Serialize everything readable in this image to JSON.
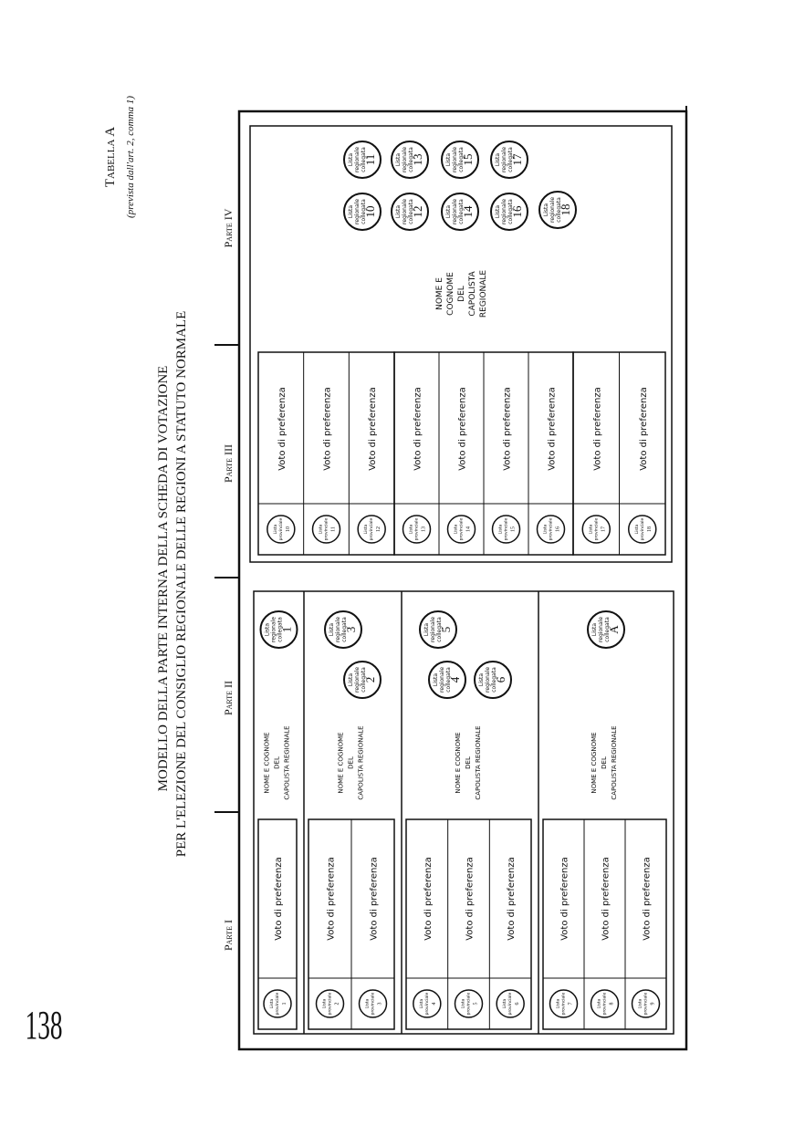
{
  "page_number": "138",
  "header": {
    "table_label": "Tabella A",
    "table_note": "(prevista dall'art. 2, comma 1)",
    "title_line1": "MODELLO DELLA PARTE INTERNA DELLA SCHEDA DI VOTAZIONE",
    "title_line2": "PER L'ELEZIONE DEL CONSIGLIO REGIONALE DELLE REGIONI A STATUTO NORMALE"
  },
  "parts": {
    "part1": "Parte I",
    "part2": "Parte II",
    "part3": "Parte III",
    "part4": "Parte IV"
  },
  "labels": {
    "vote_preference": "Voto di preferenza",
    "provincial_list": "Lista provinciale",
    "regional_list_line1": "Lista",
    "regional_list_line2": "regionale",
    "regional_list_line3": "collegata",
    "capolista_line1": "NOME E COGNOME",
    "capolista_line2": "DEL",
    "capolista_line3": "CAPOLISTA REGIONALE",
    "part4_capolista_line1": "NOME E",
    "part4_capolista_line2": "COGNOME",
    "part4_capolista_line3": "DEL",
    "part4_capolista_line4": "CAPOLISTA",
    "part4_capolista_line5": "REGIONALE"
  },
  "left_groups": [
    {
      "rows": [
        "1"
      ],
      "regional": [
        "1"
      ]
    },
    {
      "rows": [
        "2",
        "3"
      ],
      "regional": [
        "2",
        "3"
      ]
    },
    {
      "rows": [
        "4",
        "5",
        "6"
      ],
      "regional": [
        "4",
        "5",
        "6"
      ]
    },
    {
      "rows": [
        "7",
        "8",
        "9"
      ],
      "regional": [
        "A"
      ]
    }
  ],
  "right_groups": [
    {
      "rows": [
        "10",
        "11",
        "12"
      ]
    },
    {
      "rows": [
        "13",
        "14",
        "15",
        "16"
      ]
    },
    {
      "rows": [
        "17",
        "18"
      ]
    }
  ],
  "part4_regional": [
    "10",
    "11",
    "12",
    "13",
    "14",
    "15",
    "16",
    "17",
    "18"
  ]
}
